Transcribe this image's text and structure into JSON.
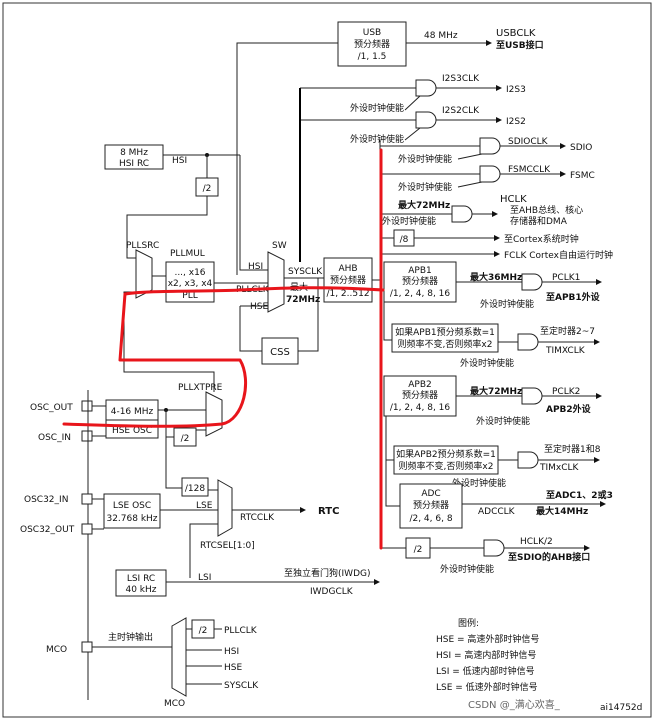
{
  "usb_prescaler": {
    "l1": "USB",
    "l2": "预分频器",
    "l3": "/1, 1.5"
  },
  "usb_freq": "48 MHz",
  "usbclk": "USBCLK",
  "usbclk_to": "至USB接口",
  "i2s3clk": "I2S3CLK",
  "i2s3": "I2S3",
  "i2s2clk": "I2S2CLK",
  "i2s2": "I2S2",
  "periph_enable": "外设时钟使能",
  "sdioclk": "SDIOCLK",
  "sdio": "SDIO",
  "fsmcclk": "FSMCCLK",
  "fsmc": "FSMC",
  "hsi_rc": {
    "l1": "8 MHz",
    "l2": "HSI RC"
  },
  "hsi": "HSI",
  "div2": "/2",
  "max72": "最大72MHz",
  "hclk": "HCLK",
  "hclk_to": {
    "l1": "至AHB总线、核心",
    "l2": "存储器和DMA"
  },
  "div8": "/8",
  "cortex": "至Cortex系统时钟",
  "fclk": "FCLK Cortex自由运行时钟",
  "pllsrc": "PLLSRC",
  "pllmul": "PLLMUL",
  "pll_box": {
    "l1": "..., x16",
    "l2": "x2, x3, x4",
    "l3": "PLL"
  },
  "pllclk": "PLLCLK",
  "sw": "SW",
  "sysclk": "SYSCLK",
  "max_l1": "最大",
  "max_l2": "72MHz",
  "hse": "HSE",
  "ahb": {
    "l1": "AHB",
    "l2": "预分频器",
    "l3": "/1, 2..512"
  },
  "apb1": {
    "l1": "APB1",
    "l2": "预分频器",
    "l3": "/1, 2, 4, 8, 16"
  },
  "max36": "最大36MHz",
  "pclk1": "PCLK1",
  "pclk1_to": "至APB1外设",
  "apb1_note": {
    "l1": "如果APB1预分频系数=1",
    "l2": "则频率不变,否则频率x2"
  },
  "timer27": "至定时器2~7",
  "timxclk": "TIMXCLK",
  "css": "CSS",
  "pllxtpre": "PLLXTPRE",
  "osc_out": "OSC_OUT",
  "osc_in": "OSC_IN",
  "hse_range": "4-16 MHz",
  "hse_osc": "HSE OSC",
  "apb2": {
    "l1": "APB2",
    "l2": "预分频器",
    "l3": "/1, 2, 4, 8, 16"
  },
  "pclk2": "PCLK2",
  "pclk2_to": "APB2外设",
  "apb2_note": {
    "l1": "如果APB2预分频系数=1",
    "l2": "则频率不变,否则频率x2"
  },
  "timer18": "至定时器1和8",
  "timxclk2": "TIMxCLK",
  "div128": "/128",
  "osc32_in": "OSC32_IN",
  "osc32_out": "OSC32_OUT",
  "lse_osc": {
    "l1": "LSE OSC",
    "l2": "32.768 kHz"
  },
  "lse": "LSE",
  "rtcclk": "RTCCLK",
  "rtc": "RTC",
  "rtcsel": "RTCSEL[1:0]",
  "adc": {
    "l1": "ADC",
    "l2": "预分频器",
    "l3": "/2, 4, 6, 8"
  },
  "adc_to": "至ADC1、2或3",
  "adcclk": "ADCCLK",
  "max14": "最大14MHz",
  "hclk2": "HCLK/2",
  "sdio_ahb": "至SDIO的AHB接口",
  "lsi_rc": {
    "l1": "LSI RC",
    "l2": "40 kHz"
  },
  "lsi": "LSI",
  "iwdg_to": "至独立看门狗(IWDG)",
  "iwdgclk": "IWDGCLK",
  "mco_out": "主时钟输出",
  "mco": "MCO",
  "mco_in": [
    "PLLCLK",
    "HSI",
    "HSE",
    "SYSCLK"
  ],
  "legend": {
    "title": "图例:",
    "items": [
      "HSE = 高速外部时钟信号",
      "HSI = 高速内部时钟信号",
      "LSI = 低速内部时钟信号",
      "LSE = 低速外部时钟信号"
    ]
  },
  "watermark": "CSDN @_满心欢喜_",
  "figure_id": "ai14752d"
}
